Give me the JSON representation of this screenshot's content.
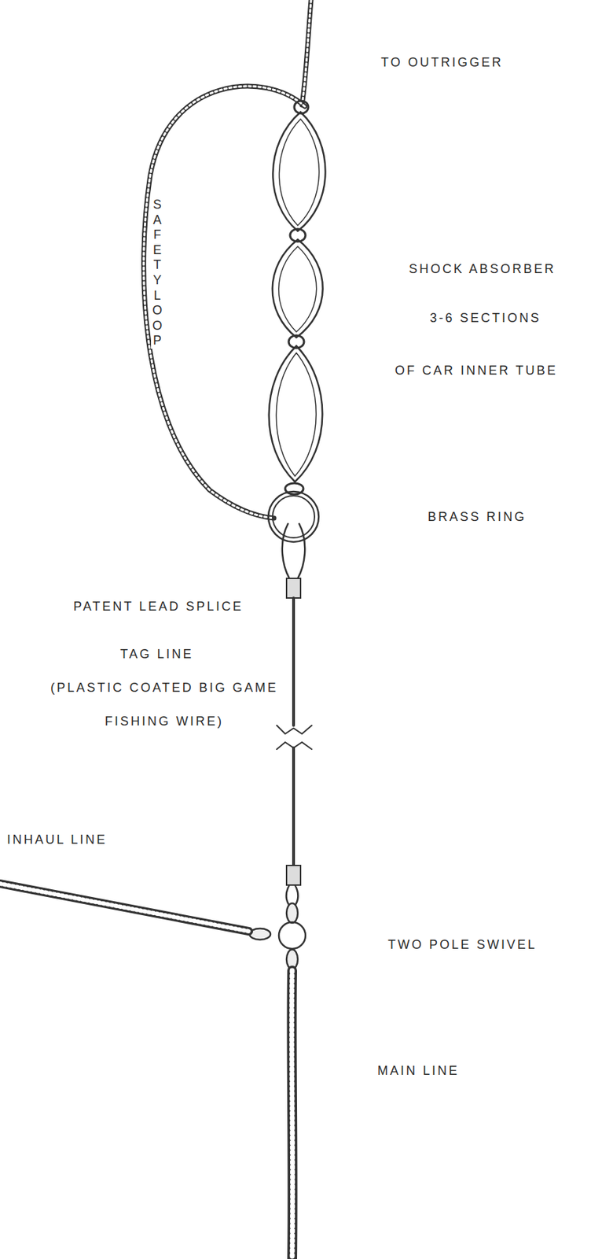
{
  "diagram": {
    "labels": [
      "TO OUTRIGGER",
      "SAFETY LOOP",
      "SHOCK ABSORBER",
      "3-6 SECTIONS",
      "OF CAR INNER TUBE",
      "BRASS RING",
      "PATENT LEAD SPLICE",
      "TAG LINE",
      "(PLASTIC COATED BIG GAME FISHING WIRE)",
      "INHAUL LINE",
      "TWO POLE SWIVEL",
      "MAIN LINE"
    ]
  }
}
